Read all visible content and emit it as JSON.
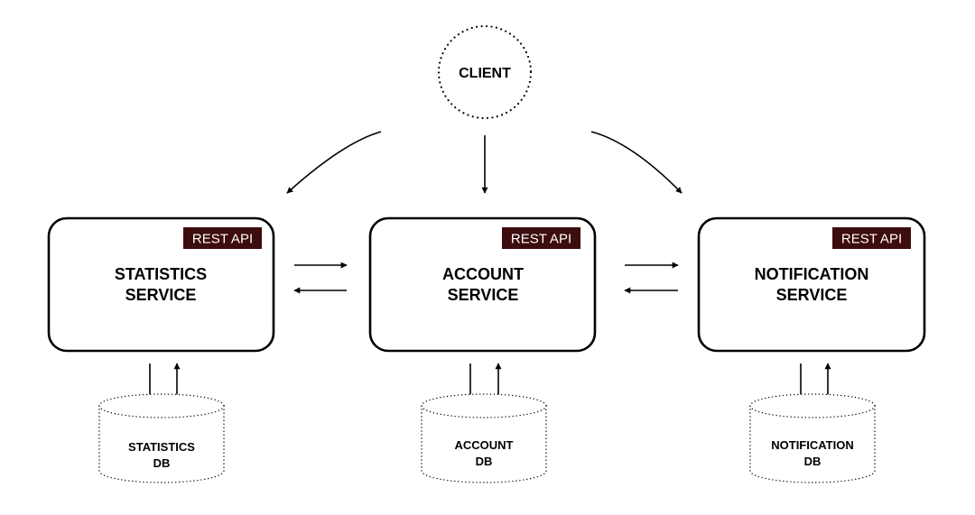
{
  "client": {
    "label": "CLIENT"
  },
  "services": [
    {
      "line1": "STATISTICS",
      "line2": "SERVICE",
      "badge": "REST API"
    },
    {
      "line1": "ACCOUNT",
      "line2": "SERVICE",
      "badge": "REST API"
    },
    {
      "line1": "NOTIFICATION",
      "line2": "SERVICE",
      "badge": "REST API"
    }
  ],
  "databases": [
    {
      "line1": "STATISTICS",
      "line2": "DB"
    },
    {
      "line1": "ACCOUNT",
      "line2": "DB"
    },
    {
      "line1": "NOTIFICATION",
      "line2": "DB"
    }
  ],
  "colors": {
    "badge_bg": "#3d0c0c",
    "stroke": "#000000"
  }
}
